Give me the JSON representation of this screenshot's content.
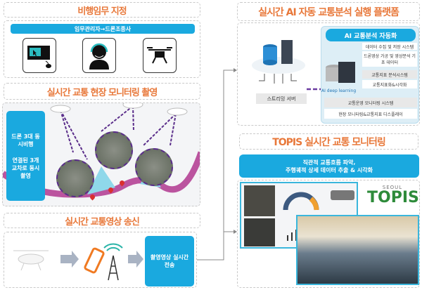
{
  "left": {
    "mission_title": "비행임무 지정",
    "mission_bar": "임무관리자→드론조종사",
    "mission_icons": [
      "computer-monitor-icon",
      "operator-headset-icon",
      "drone-icon"
    ],
    "monitoring_title": "실시간 교통 현장 모니터링 촬영",
    "monitoring_label_1": "드론 3대 동시비행",
    "monitoring_label_2": "연결된 3개 교차로 동시 촬영",
    "transmit_title": "실시간 교통영상 송신",
    "transmit_label": "촬영영상 실시간 전송"
  },
  "right": {
    "platform_title": "실시간 AI 자동 교통분석 실행 플랫폼",
    "server_label": "스트리밍 서버",
    "ai_header": "AI 교통분석 자동화",
    "ai_deep_label": "AI deep learning",
    "systems": [
      {
        "name": "데이터 수집 및 저장 시스템",
        "detail": "드론영상 가공 및 영상분석 기초 데이터"
      },
      {
        "name": "교통지표 분석시스템",
        "detail": "교통지표화&시각화"
      },
      {
        "name": "교통운영 모니터링 시스템",
        "detail": "현장 모니터링&교통지표 디스플레이"
      }
    ],
    "topis_title": "TOPIS 실시간 교통 모니터링",
    "topis_banner_1": "직관적 교통흐름 파악,",
    "topis_banner_2": "주행궤적 상세 데이터 추출 & 시각화",
    "logo_small": "SEOUL",
    "logo_big": "TOPIS"
  },
  "colors": {
    "accent": "#e8783a",
    "blue": "#1aa9df",
    "purple": "#5a2d8a",
    "topis_green": "#2e8b3a"
  }
}
